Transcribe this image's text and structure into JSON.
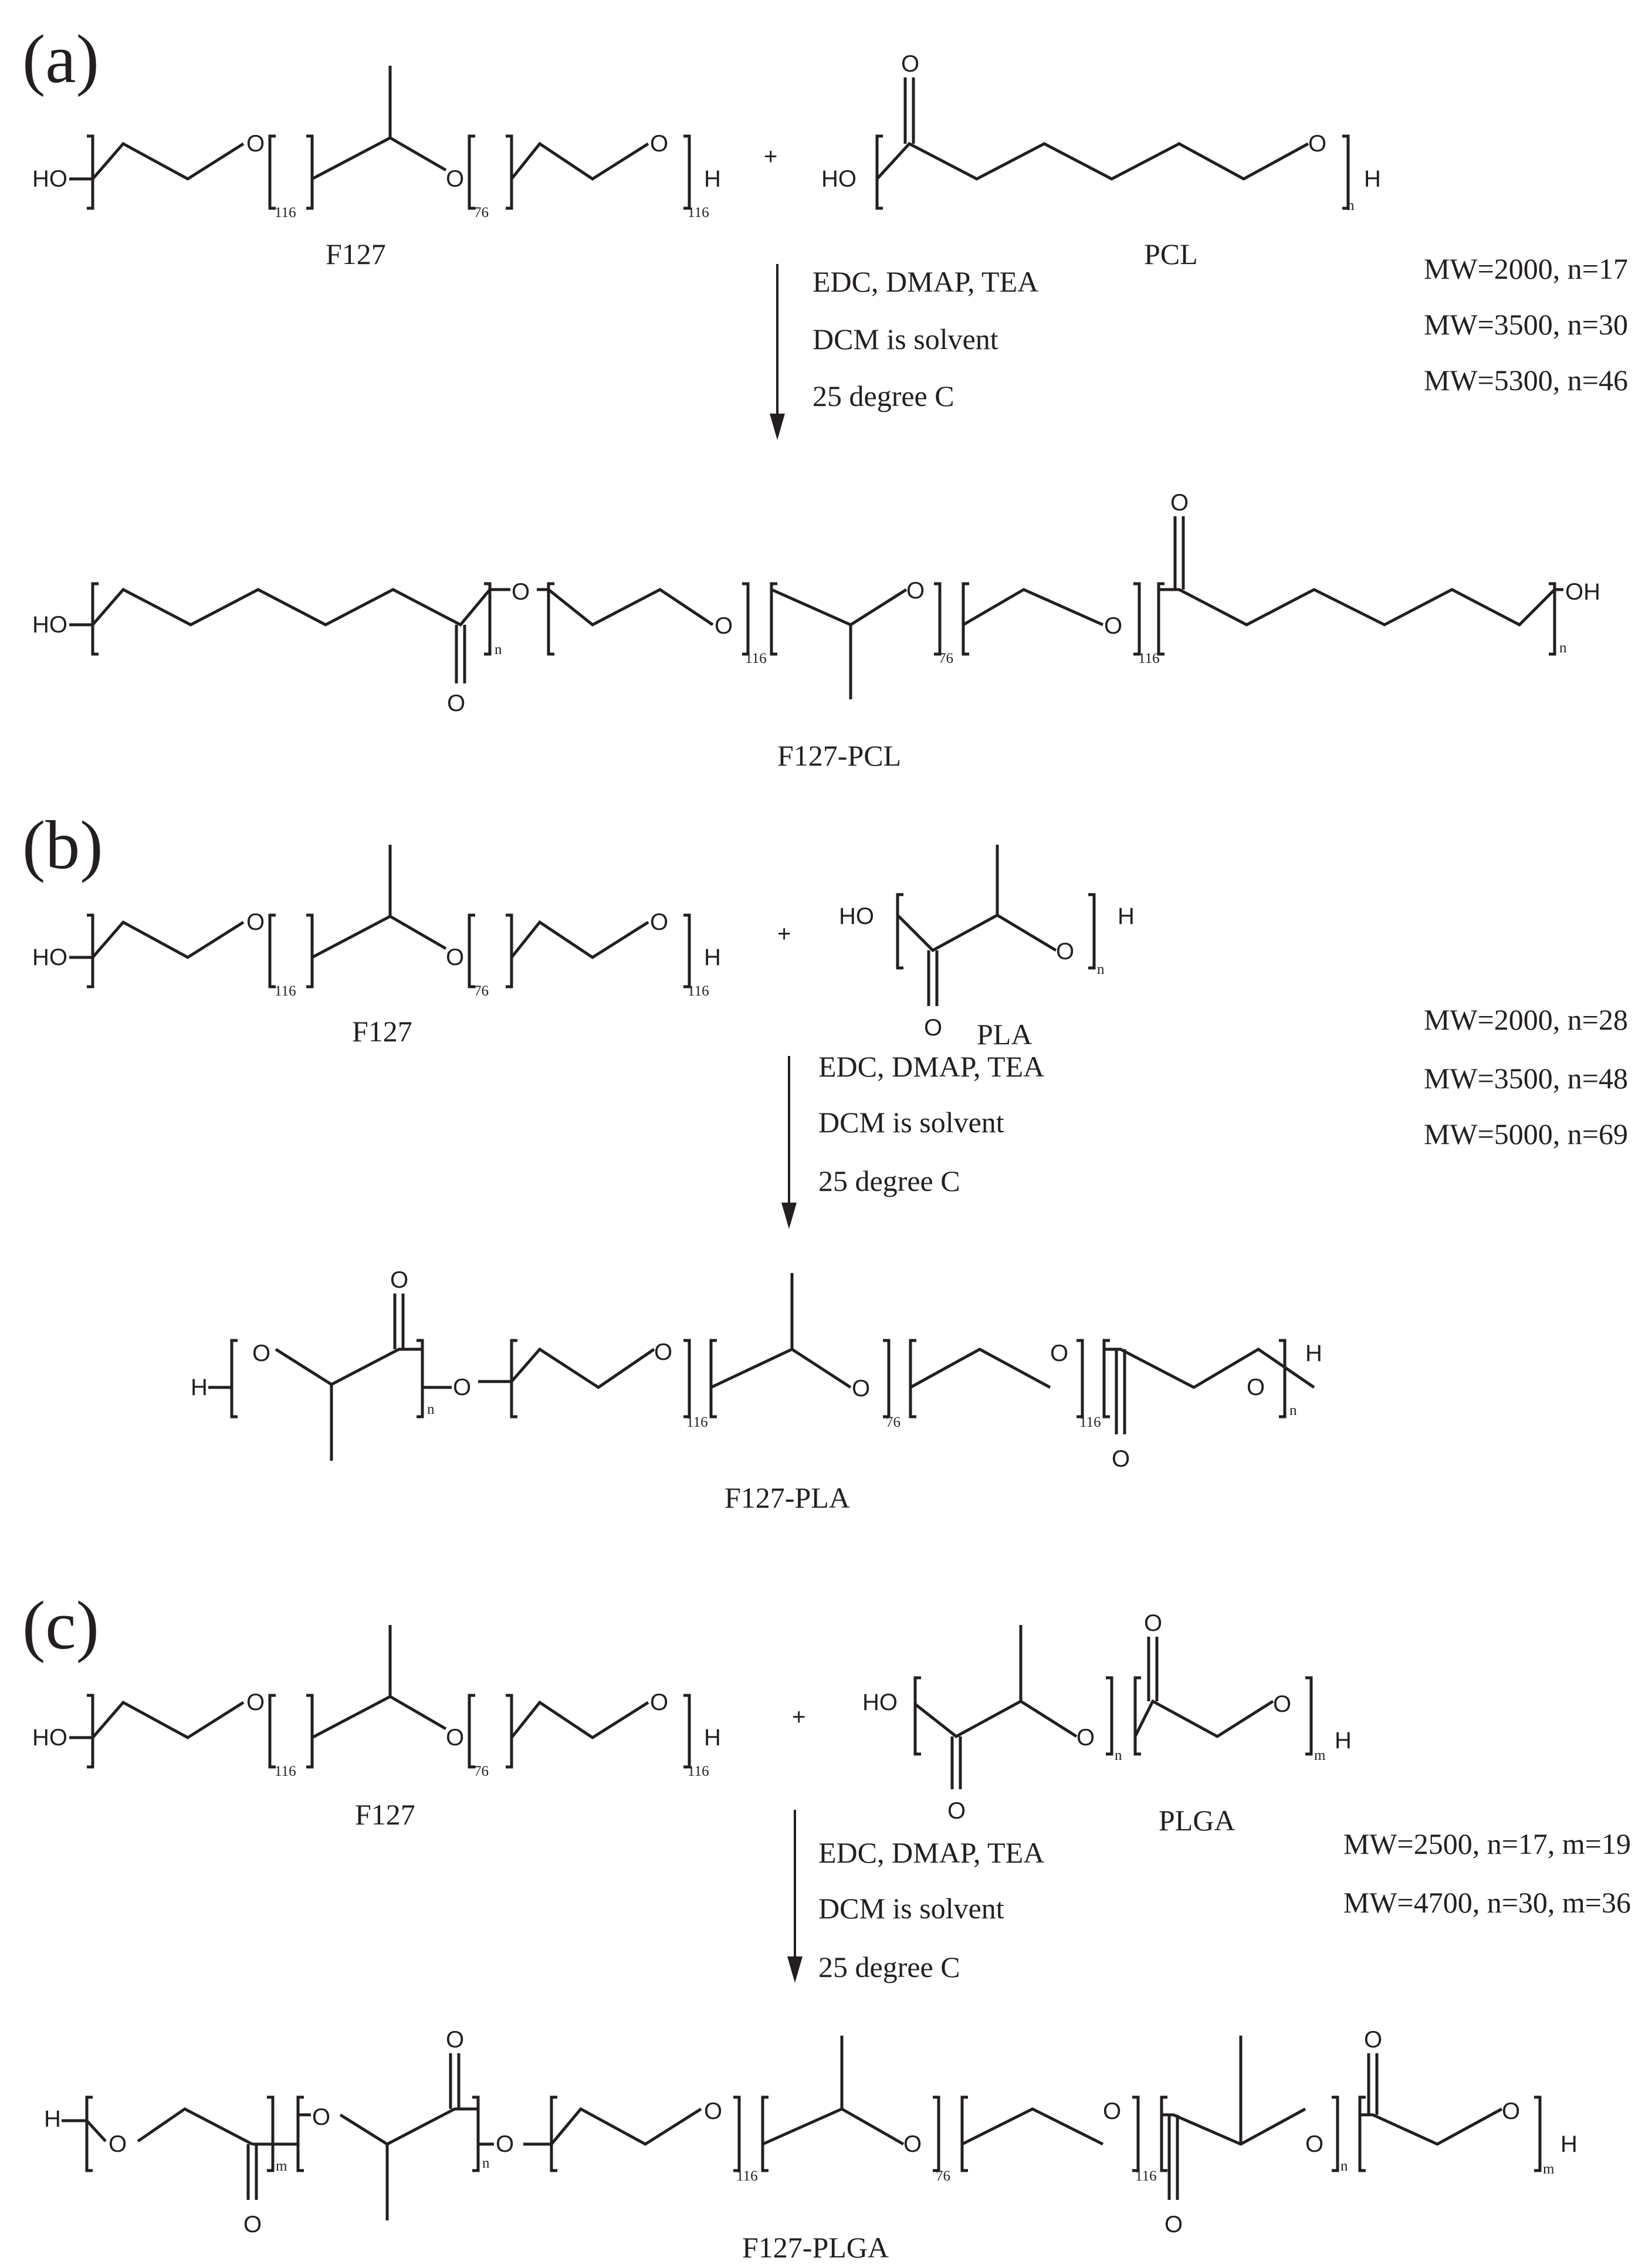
{
  "panels": [
    {
      "label": "(a)",
      "reactant1": {
        "name": "F127",
        "ho": "HO",
        "o": "O",
        "h": "H",
        "sub_peo": "116",
        "sub_ppo": "76"
      },
      "plus": "+",
      "reactant2": {
        "name": "PCL",
        "ho": "HO",
        "o": "O",
        "h": "H",
        "n": "n"
      },
      "conditions": [
        "EDC, DMAP, TEA",
        "DCM is solvent",
        "25 degree C"
      ],
      "mw": [
        "MW=2000, n=17",
        "MW=3500, n=30",
        "MW=5300, n=46"
      ],
      "product": {
        "name": "F127-PCL",
        "ho": "HO",
        "oh": "OH",
        "o": "O",
        "n": "n",
        "sub_peo": "116",
        "sub_ppo": "76"
      }
    },
    {
      "label": "(b)",
      "reactant1": {
        "name": "F127",
        "ho": "HO",
        "o": "O",
        "h": "H",
        "sub_peo": "116",
        "sub_ppo": "76"
      },
      "plus": "+",
      "reactant2": {
        "name": "PLA",
        "ho": "HO",
        "o": "O",
        "h": "H",
        "n": "n"
      },
      "conditions": [
        "EDC, DMAP, TEA",
        "DCM is solvent",
        "25 degree C"
      ],
      "mw": [
        "MW=2000, n=28",
        "MW=3500, n=48",
        "MW=5000, n=69"
      ],
      "product": {
        "name": "F127-PLA",
        "h": "H",
        "o": "O",
        "n": "n",
        "sub_peo": "116",
        "sub_ppo": "76"
      }
    },
    {
      "label": "(c)",
      "reactant1": {
        "name": "F127",
        "ho": "HO",
        "o": "O",
        "h": "H",
        "sub_peo": "116",
        "sub_ppo": "76"
      },
      "plus": "+",
      "reactant2": {
        "name": "PLGA",
        "ho": "HO",
        "o": "O",
        "h": "H",
        "n": "n",
        "m": "m"
      },
      "conditions": [
        "EDC, DMAP, TEA",
        "DCM is solvent",
        "25 degree C"
      ],
      "mw": [
        "MW=2500, n=17, m=19",
        "MW=4700, n=30, m=36"
      ],
      "product": {
        "name": "F127-PLGA",
        "h": "H",
        "o": "O",
        "n": "n",
        "m": "m",
        "sub_peo": "116",
        "sub_ppo": "76"
      }
    }
  ]
}
